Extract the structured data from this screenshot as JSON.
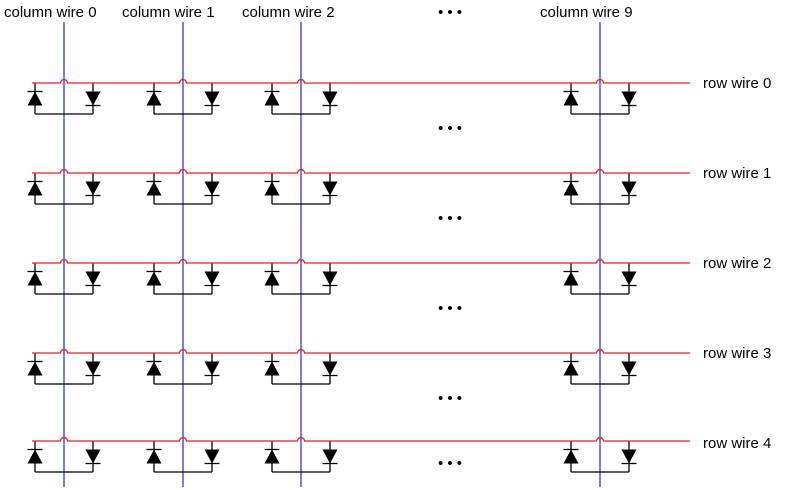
{
  "column_labels": [
    "column wire 0",
    "column wire 1",
    "column wire 2",
    "column wire 9"
  ],
  "row_labels": [
    "row wire 0",
    "row wire 1",
    "row wire 2",
    "row wire 3",
    "row wire 4"
  ],
  "ellipsis": "• • •",
  "colors": {
    "row_wire": "#e8202a",
    "column_wire": "#2b3bd1",
    "diode": "#000000",
    "connector": "#000000"
  }
}
